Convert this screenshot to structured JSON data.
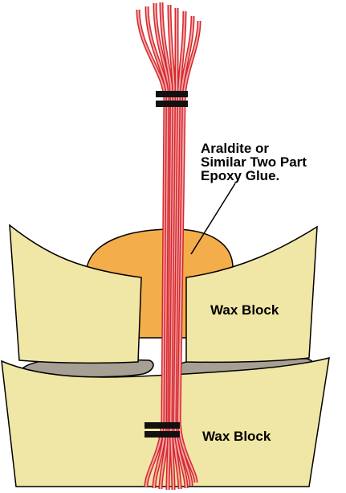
{
  "labels": {
    "glue_line1": "Araldite or",
    "glue_line2": "Similar Two Part",
    "glue_line3": "Epoxy Glue.",
    "upper_block": "Wax Block",
    "lower_block": "Wax Block"
  },
  "colors": {
    "wax": "#f0e6a6",
    "glue": "#f3ad4a",
    "gasket": "#a69f93",
    "wire_fill": "#f3a5ad",
    "wire_stroke": "#d62828",
    "tie": "#111111",
    "outline": "#000000"
  }
}
